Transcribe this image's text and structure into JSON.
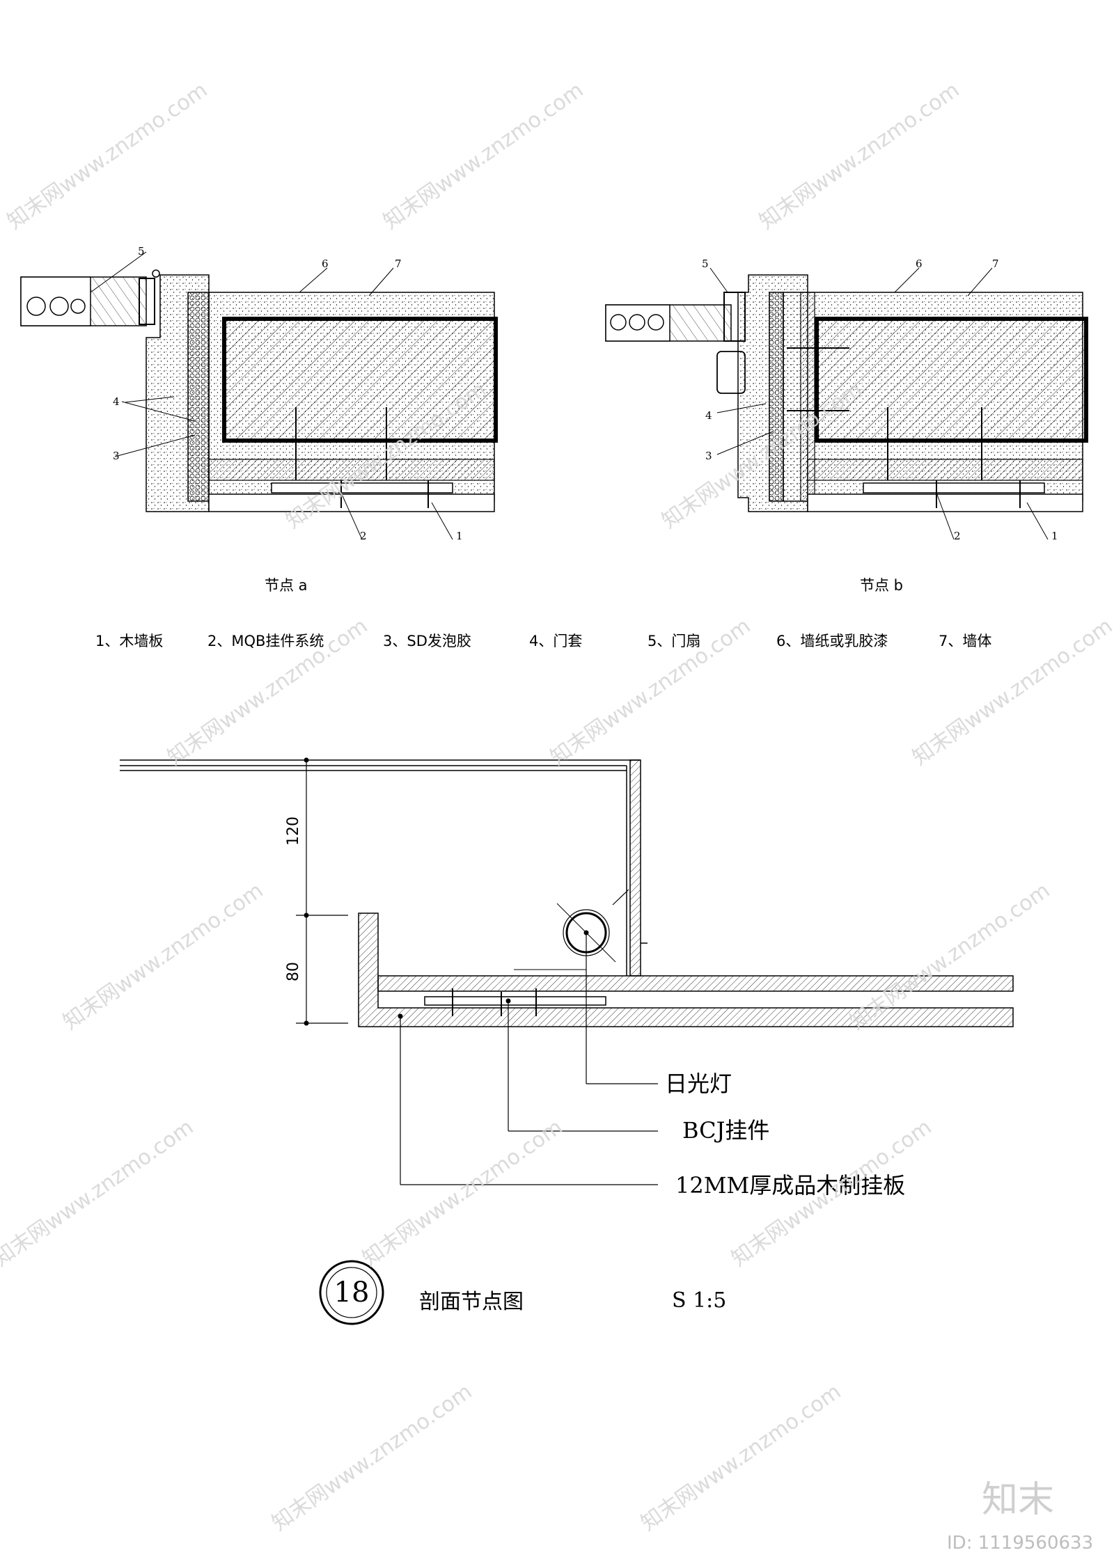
{
  "node_a": {
    "caption": "节点 a",
    "markers": {
      "m1": "1",
      "m2": "2",
      "m3": "3",
      "m4": "4",
      "m5": "5",
      "m6": "6",
      "m7": "7"
    }
  },
  "node_b": {
    "caption": "节点 b",
    "markers": {
      "m1": "1",
      "m2": "2",
      "m3": "3",
      "m4": "4",
      "m5": "5",
      "m6": "6",
      "m7": "7"
    }
  },
  "legend": [
    "1、木墙板",
    "2、MQB挂件系统",
    "3、SD发泡胶",
    "4、门套",
    "5、门扇",
    "6、墙纸或乳胶漆",
    "7、墙体"
  ],
  "section": {
    "dim_top": "120",
    "dim_bottom": "80",
    "callouts": [
      "日光灯",
      "BCJ挂件",
      "12MM厚成品木制挂板"
    ],
    "detail_number": "18",
    "title": "剖面节点图",
    "scale": "S 1:5"
  },
  "watermark": {
    "text": "知末网www.znzmo.com",
    "logo": "知末",
    "id": "ID: 1119560633"
  }
}
